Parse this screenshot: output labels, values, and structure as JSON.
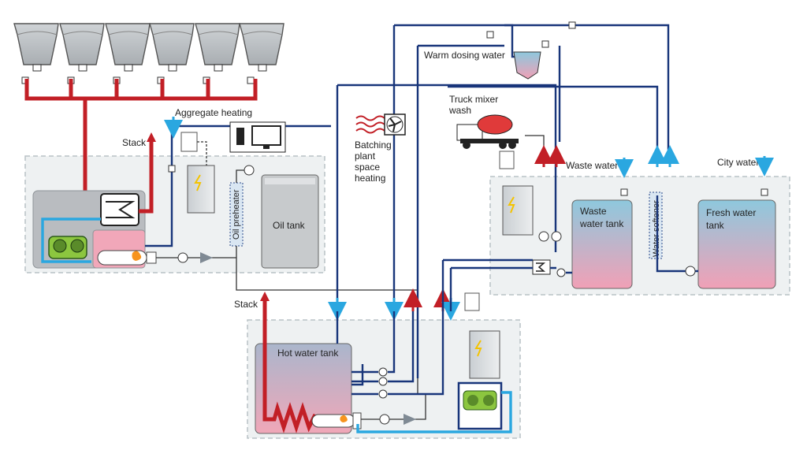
{
  "labels": {
    "aggregate_heating": "Aggregate heating",
    "stack_top": "Stack",
    "stack_bottom": "Stack",
    "oil_preheater": "Oil preheater",
    "oil_tank": "Oil tank",
    "batching_line1": "Batching",
    "batching_line2": "plant",
    "batching_line3": "space",
    "batching_line4": "heating",
    "warm_dosing_water": "Warm dosing water",
    "truck_mixer_line1": "Truck mixer",
    "truck_mixer_line2": "wash",
    "waste_water": "Waste water",
    "city_water": "City water",
    "waste_water_tank_line1": "Waste",
    "waste_water_tank_line2": "water tank",
    "water_softener": "Water softener",
    "fresh_water_tank_line1": "Fresh water",
    "fresh_water_tank_line2": "tank",
    "hot_water_tank": "Hot water tank"
  },
  "colors": {
    "hot_pipe": "#c21f26",
    "cold_pipe": "#2aa7e0",
    "control_pipe": "#18357a",
    "tank_top": "#8ec8dd",
    "tank_bottom": "#f1a0b6",
    "container": "#eef1f2"
  },
  "icons": [
    "fan-icon",
    "computer-icon",
    "truck-mixer-icon",
    "pump-icon",
    "burner-flame-icon",
    "heat-exchanger-icon",
    "control-cabinet-icon",
    "valve-icon"
  ]
}
